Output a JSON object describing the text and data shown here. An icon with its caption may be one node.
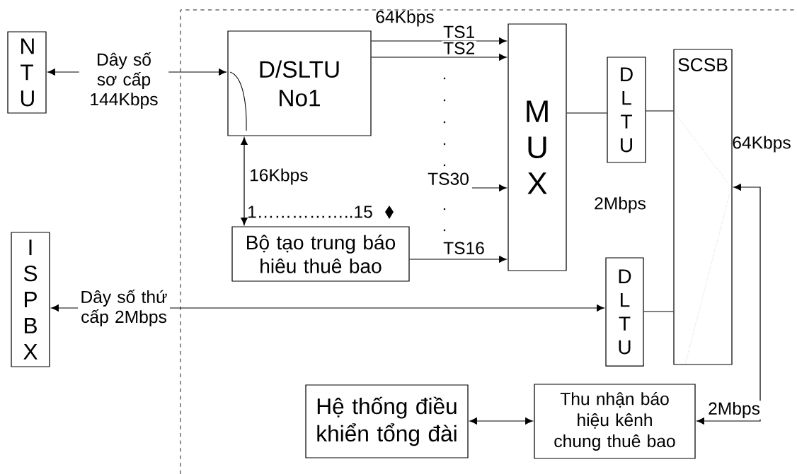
{
  "diagram": {
    "nodes": [
      {
        "text": [
          "N T U"
        ]
      },
      {
        "text": [
          "I S P B X"
        ]
      },
      {
        "text": [
          "D/SLTU No1"
        ]
      },
      {
        "text": [
          "Bộ tạo trung báo hiêu thuê bao"
        ]
      },
      {
        "text": [
          "M U X"
        ]
      },
      {
        "text": [
          "D L T U"
        ]
      },
      {
        "text": [
          "D L T U"
        ]
      },
      {
        "text": [
          "SCSB"
        ]
      },
      {
        "text": [
          "Hệ thống điều khiển tổng đài"
        ]
      },
      {
        "text": [
          "Thu nhận báo hiệu kênh chung thuê bao"
        ]
      }
    ],
    "edges": [
      {
        "from": 0,
        "to": 2,
        "arrow": "both",
        "label": "Dây số sơ cấp 144Kbps"
      },
      {
        "from": 2,
        "to": 4,
        "arrow": "to",
        "label": "TS1"
      },
      {
        "from": 2,
        "to": 4,
        "arrow": "to",
        "label": "TS2"
      },
      {
        "from": null,
        "to": 4,
        "arrow": "to",
        "label": "TS30"
      },
      {
        "from": 3,
        "to": 4,
        "arrow": "to",
        "label": "TS16"
      },
      {
        "from": 2,
        "to": 3,
        "arrow": "both",
        "label": "16Kbps"
      },
      {
        "from": 4,
        "to": 5,
        "arrow": "none"
      },
      {
        "from": 5,
        "to": 7,
        "arrow": "none"
      },
      {
        "from": 6,
        "to": 7,
        "arrow": "none"
      },
      {
        "from": 1,
        "to": 6,
        "arrow": "both",
        "label": "Dây số thứ cấp 2Mbps"
      },
      {
        "from": 9,
        "to": 7,
        "arrow": "both",
        "label": "2Mbps"
      },
      {
        "from": 8,
        "to": 9,
        "arrow": "both"
      }
    ],
    "labels": [
      "64Kbps",
      "1……………..15",
      "2Mbps",
      "64Kbps"
    ]
  }
}
